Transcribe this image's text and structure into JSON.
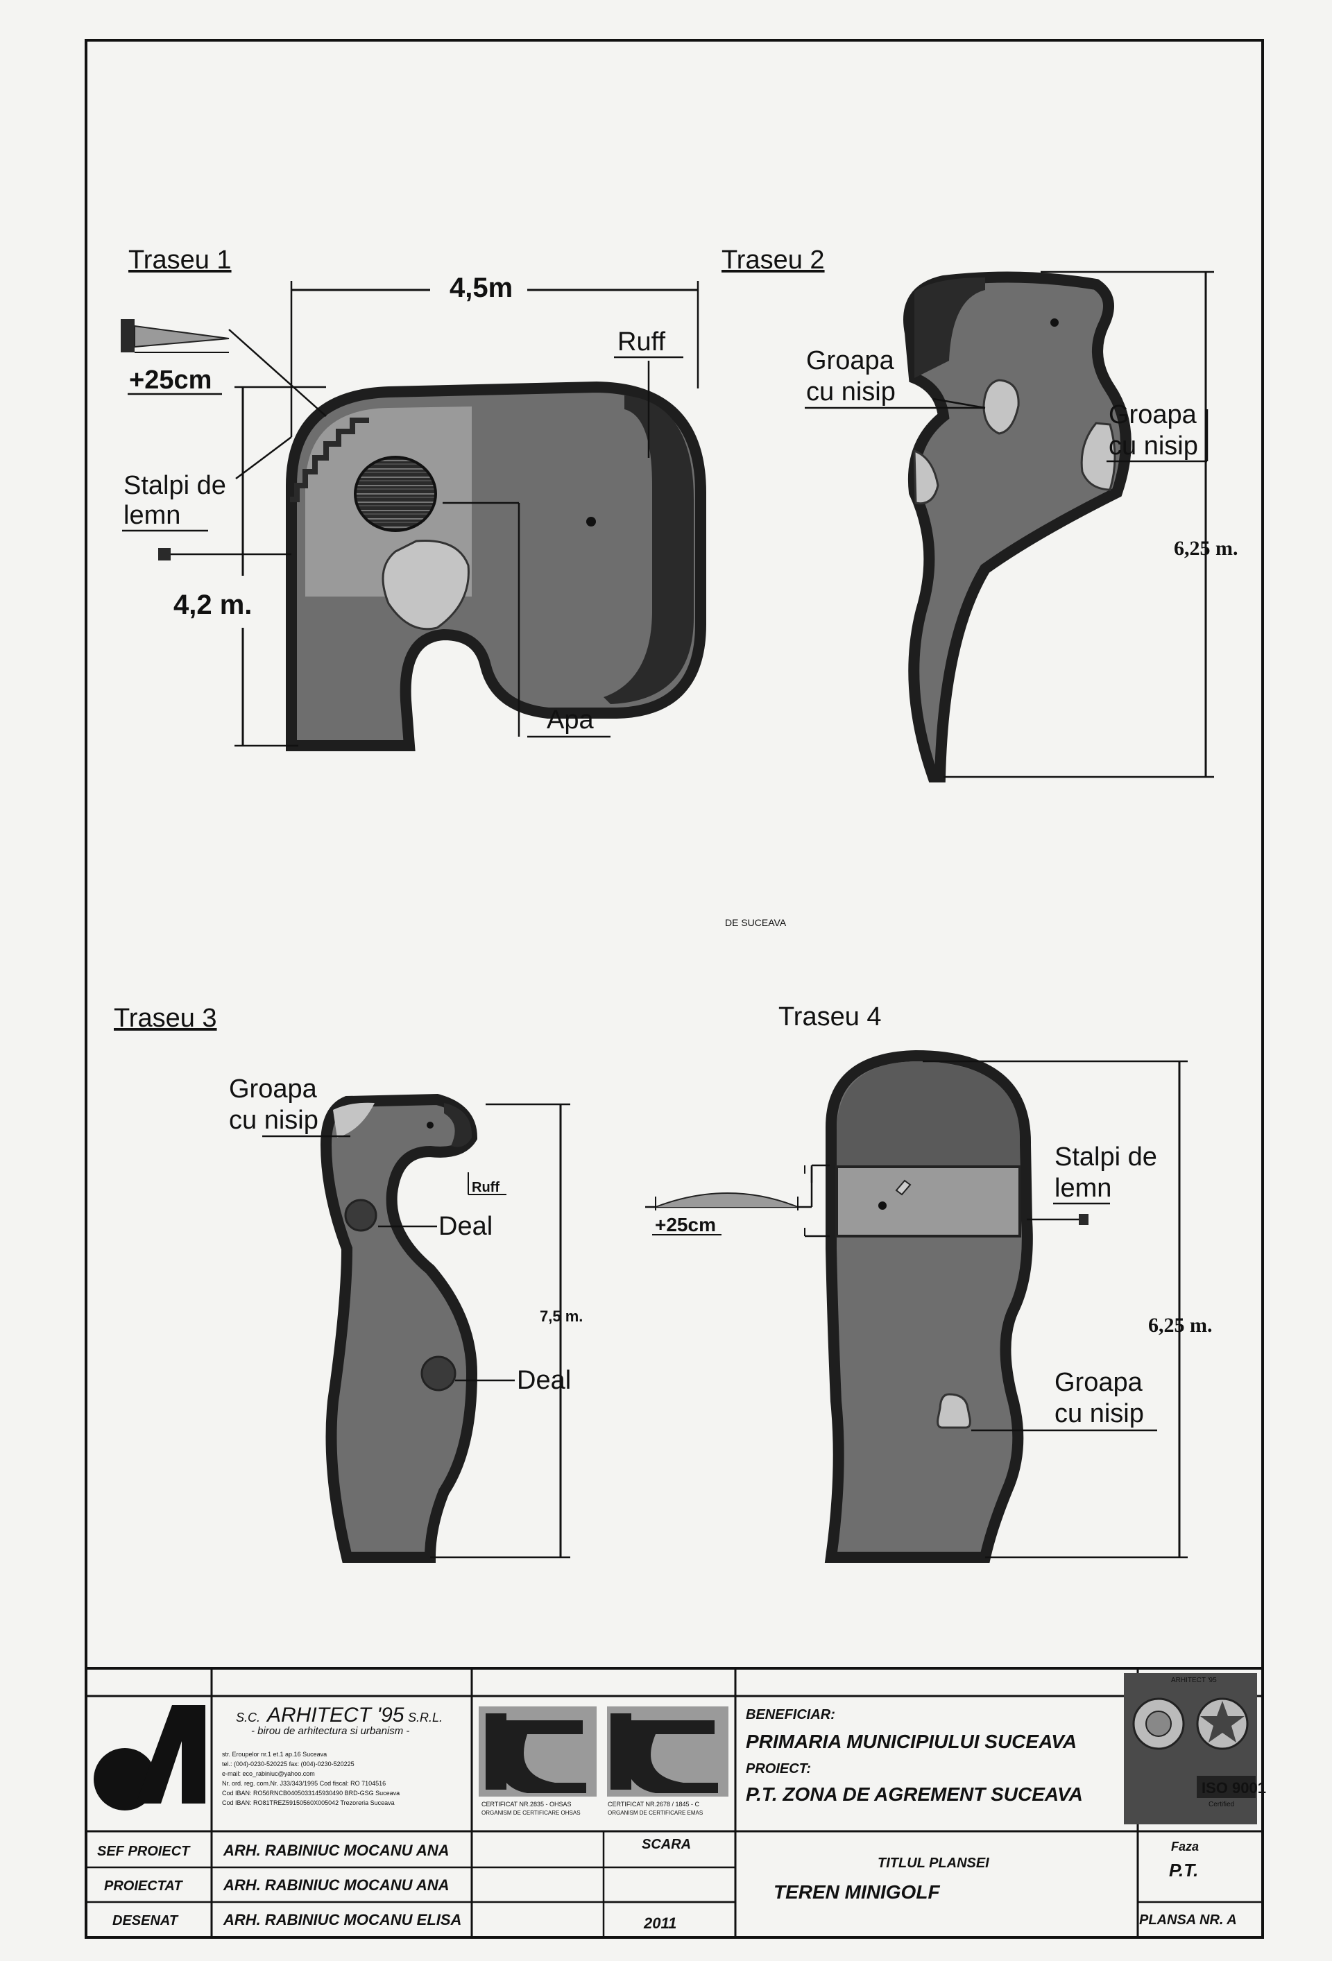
{
  "diagrams": {
    "t1": {
      "title": "Traseu 1",
      "dim_width": "4,5m",
      "dim_height": "4,2 m.",
      "ruff": "Ruff",
      "plus25": "+25cm",
      "stalpi_l1": "Stalpi de",
      "stalpi_l2": "lemn",
      "apa": "Apa"
    },
    "t2": {
      "title": "Traseu 2",
      "groapa_a_l1": "Groapa",
      "groapa_a_l2": "cu nisip",
      "groapa_b_l1": "Groapa",
      "groapa_b_l2": "cu nisip",
      "dim_height": "6,25 m."
    },
    "t3": {
      "title": "Traseu 3",
      "groapa_l1": "Groapa",
      "groapa_l2": "cu nisip",
      "ruff": "Ruff",
      "deal_1": "Deal",
      "deal_2": "Deal",
      "dim_height": "7,5 m."
    },
    "t4": {
      "title": "Traseu 4",
      "stalpi_l1": "Stalpi de",
      "stalpi_l2": "lemn",
      "plus25": "+25cm",
      "groapa_l1": "Groapa",
      "groapa_l2": "cu nisip",
      "dim_height": "6,25 m."
    }
  },
  "watermark": "DE SUCEAVA",
  "title_block": {
    "company_sc": "S.C.",
    "company_name": "ARHITECT '95",
    "company_srl": "S.R.L.",
    "company_sub": "- birou de arhitectura si urbanism -",
    "company_info": [
      "str. Eroupelor nr.1 et.1 ap.16 Suceava",
      "tel.: (004)-0230-520225  fax: (004)-0230-520225",
      "e-mail: eco_rabiniuc@yahoo.com",
      "Nr. ord. reg. com.Nr. J33/343/1995  Cod fiscal: RO 7104516",
      "Cod IBAN: RO56RNCB0405033145930490  BRD-GSG Suceava",
      "Cod IBAN: RO81TREZ59150560X005042  Trezoreria Suceava"
    ],
    "cert_1": "CERTIFICAT NR.2835 - OHSAS",
    "cert_1b": "ORGANISM DE CERTIFICARE OHSAS",
    "cert_2": "CERTIFICAT NR.2678 / 1845 - C",
    "cert_2b": "ORGANISM DE CERTIFICARE EMAS",
    "beneficiar_label": "BENEFICIAR:",
    "beneficiar": "PRIMARIA MUNICIPIULUI SUCEAVA",
    "proiect_label": "PROIECT:",
    "proiect": "P.T.  ZONA DE AGREMENT SUCEAVA",
    "iso_top": "ARHITECT '95",
    "iso": "ISO 9001",
    "iso_small": "Certified",
    "sef_label": "SEF PROIECT",
    "sef": "ARH.  RABINIUC MOCANU ANA",
    "proiectat_label": "PROIECTAT",
    "proiectat": "ARH.  RABINIUC MOCANU ANA",
    "desenat_label": "DESENAT",
    "desenat": "ARH.  RABINIUC MOCANU ELISA",
    "scara_label": "SCARA",
    "year": "2011",
    "titlul_label": "TITLUL PLANSEI",
    "titlul": "TEREN MINIGOLF",
    "faza_label": "Faza",
    "faza": "P.T.",
    "plansa": "PLANSA NR. A"
  }
}
